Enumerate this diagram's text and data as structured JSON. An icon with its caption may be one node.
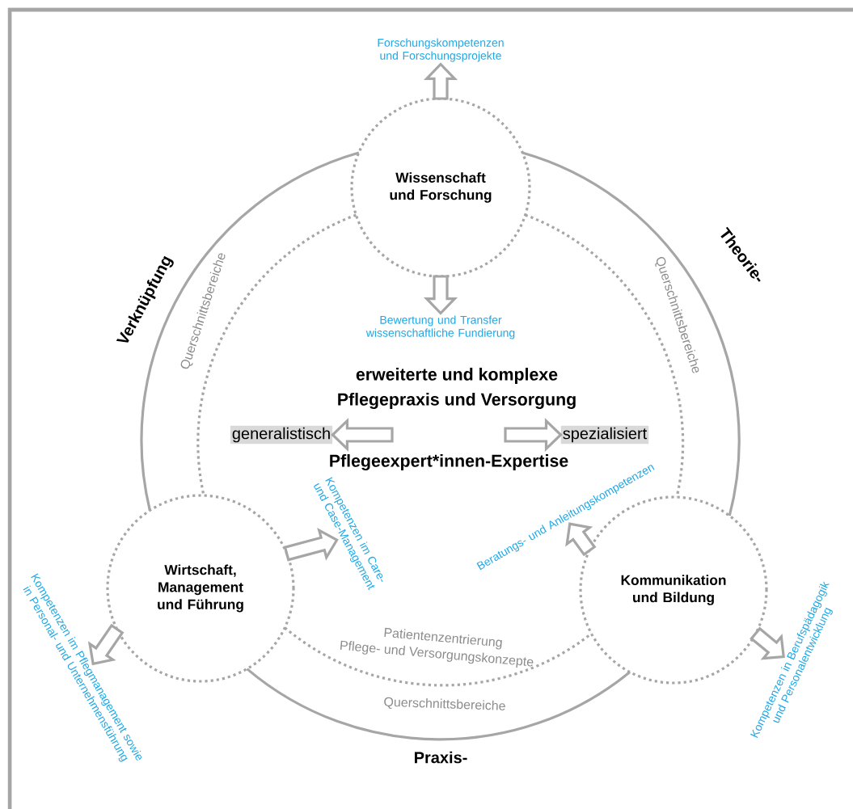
{
  "diagram": {
    "nodes": [
      {
        "text": [
          "Wissenschaft und Forschung"
        ]
      },
      {
        "text": [
          "Forschungskompetenzen und Forschungsprojekte"
        ]
      },
      {
        "text": [
          "Bewertung und Transfer wissenschaftliche Fundierung"
        ]
      },
      {
        "text": [
          "generalistisch"
        ]
      },
      {
        "text": [
          "spezialisiert"
        ]
      },
      {
        "text": [
          "Wirtschaft, Management und Führung"
        ]
      },
      {
        "text": [
          "Kompetenzen im Care- und Case-Management"
        ]
      },
      {
        "text": [
          "Kompetenzen im Pflegmanagement sowie in Personal- und Unternehmensführung"
        ]
      },
      {
        "text": [
          "Kommunikation und Bildung"
        ]
      },
      {
        "text": [
          "Beratungs- und Anleitungskompetenzen"
        ]
      },
      {
        "text": [
          "Kompetenzen in Berufspädagogik und Personalentwicklung"
        ]
      }
    ],
    "edges": [
      {
        "from": 0,
        "to": 1,
        "arrow": "to"
      },
      {
        "from": 0,
        "to": 2,
        "arrow": "to"
      },
      {
        "from": null,
        "to": 3,
        "arrow": "to"
      },
      {
        "from": null,
        "to": 4,
        "arrow": "to"
      },
      {
        "from": 5,
        "to": 6,
        "arrow": "to"
      },
      {
        "from": 5,
        "to": 7,
        "arrow": "to"
      },
      {
        "from": 8,
        "to": 9,
        "arrow": "to"
      },
      {
        "from": 8,
        "to": 10,
        "arrow": "to"
      },
      {
        "from": 0,
        "to": 5,
        "arrow": "none"
      },
      {
        "from": 0,
        "to": 8,
        "arrow": "none"
      },
      {
        "from": 5,
        "to": 8,
        "arrow": "none"
      },
      {
        "from": 0,
        "to": 5,
        "arrow": "none",
        "style": "dashed"
      },
      {
        "from": 0,
        "to": 8,
        "arrow": "none",
        "style": "dashed"
      },
      {
        "from": 5,
        "to": 8,
        "arrow": "none",
        "style": "dashed"
      }
    ],
    "labels": [
      "Theorie-",
      "Verknüpfung",
      "Querschnittsbereiche",
      "Querschnittsbereiche",
      "erweiterte und komplexe",
      "Pflegepraxis und Versorgung",
      "Pflegeexpert*innen-Expertise",
      "Patientenzentrierung",
      "Pflege- und Versorgungskonzepte",
      "Querschnittsbereiche",
      "Praxis-"
    ]
  }
}
